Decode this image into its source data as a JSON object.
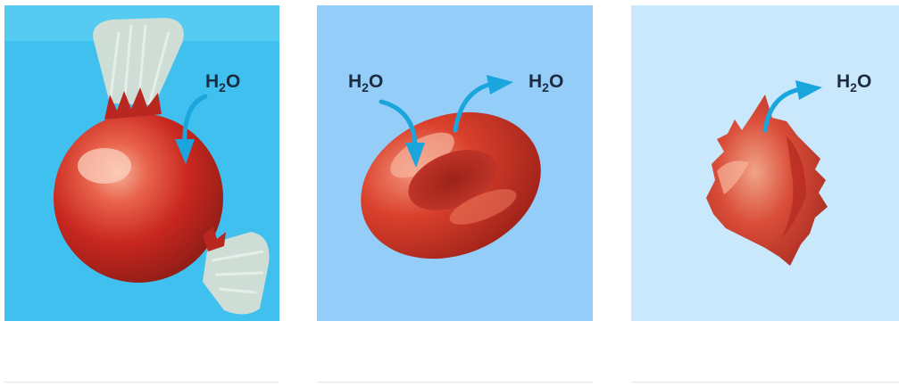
{
  "panels": [
    {
      "id": "hypotonic",
      "background": "#3fc0ee",
      "water_label": {
        "main": "H",
        "sub": "2",
        "tail": "O"
      }
    },
    {
      "id": "isotonic",
      "background": "#94cdf7",
      "water_labels": [
        {
          "main": "H",
          "sub": "2",
          "tail": "O"
        },
        {
          "main": "H",
          "sub": "2",
          "tail": "O"
        }
      ]
    },
    {
      "id": "hypertonic",
      "background": "#c9e8fb",
      "water_label": {
        "main": "H",
        "sub": "2",
        "tail": "O"
      }
    }
  ],
  "colors": {
    "cell_red": "#c8271f",
    "cell_dark": "#8f1d17",
    "cell_light": "#f08a70",
    "arrow": "#1aa6dd",
    "label": "#1e2a40",
    "burst_membrane": "#e8e2d0"
  }
}
